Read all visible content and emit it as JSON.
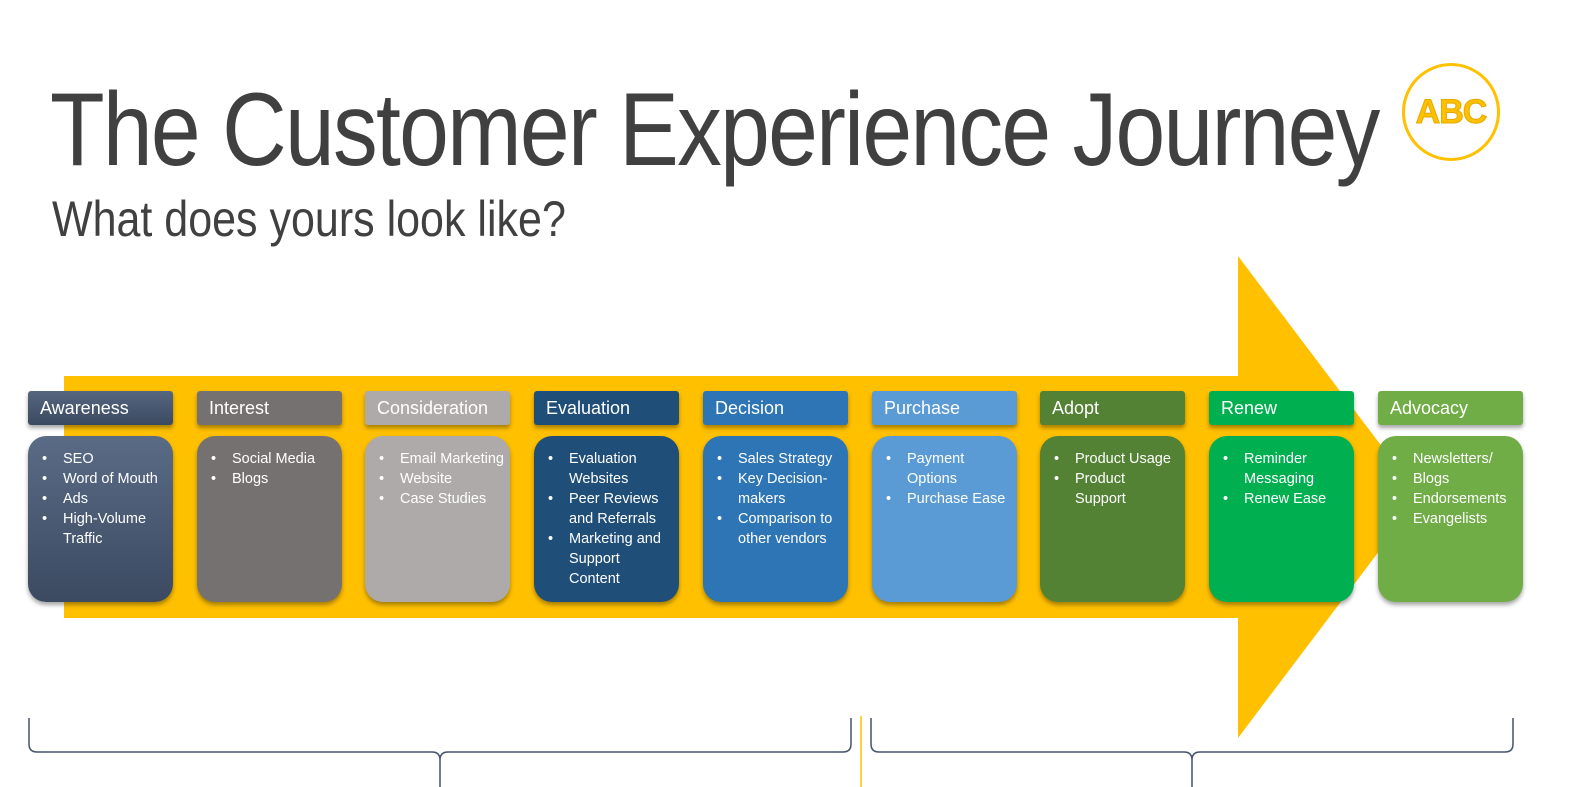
{
  "title": "The Customer Experience Journey",
  "subtitle": "What does yours look like?",
  "logo": {
    "text": "ABC",
    "color": "#FFC000"
  },
  "arrow_color": "#FFC000",
  "stages": [
    {
      "name": "Awareness",
      "color": "#44546A",
      "items": [
        "SEO",
        "Word of Mouth",
        "Ads",
        "High-Volume Traffic"
      ]
    },
    {
      "name": "Interest",
      "color": "#767171",
      "items": [
        "Social Media",
        "Blogs"
      ]
    },
    {
      "name": "Consideration",
      "color": "#AEAAAA",
      "items": [
        "Email Marketing",
        "Website",
        "Case Studies"
      ]
    },
    {
      "name": "Evaluation",
      "color": "#1F4E79",
      "items": [
        "Evaluation Websites",
        "Peer Reviews and Referrals",
        "Marketing and Support Content"
      ]
    },
    {
      "name": "Decision",
      "color": "#2E75B6",
      "items": [
        "Sales Strategy",
        "Key Decision-makers",
        "Comparison to other vendors"
      ]
    },
    {
      "name": "Purchase",
      "color": "#5B9BD5",
      "items": [
        "Payment Options",
        "Purchase Ease"
      ]
    },
    {
      "name": "Adopt",
      "color": "#548235",
      "items": [
        "Product Usage",
        "Product Support"
      ]
    },
    {
      "name": "Renew",
      "color": "#00B050",
      "items": [
        "Reminder Messaging",
        "Renew Ease"
      ]
    },
    {
      "name": "Advocacy",
      "color": "#70AD47",
      "items": [
        "Newsletters/",
        "Blogs",
        "Endorsements",
        "Evangelists"
      ]
    }
  ]
}
